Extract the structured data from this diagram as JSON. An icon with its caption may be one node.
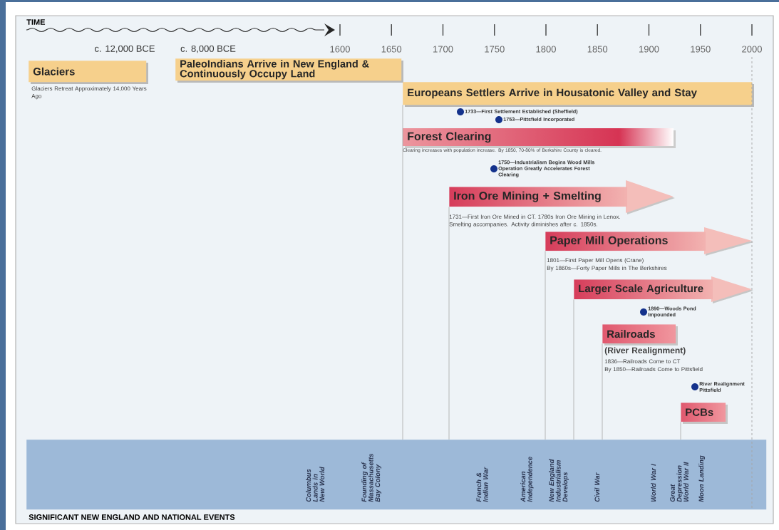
{
  "diagram": {
    "nodes": [
      {
        "text": [
          "Glaciers"
        ],
        "beside": [
          "Glaciers Retreat Approximately 14,000 Years Ago"
        ]
      },
      {
        "text": [
          "PaleoIndians Arrive in New England & Continuously Occupy Land"
        ]
      },
      {
        "text": [
          "Europeans Settlers Arrive in Housatonic Valley and Stay"
        ]
      },
      {
        "text": [
          "Forest Clearing"
        ],
        "beside": [
          "Clearing increases with population increase. By 1850, 70-80% of Berkshire County is cleared."
        ]
      },
      {
        "text": [
          "Iron Ore Mining + Smelting"
        ],
        "beside": [
          "1731—First Iron Ore Mined in CT. 1780s Iron Ore Mining in Lenox. Smelting accompanies. Activity diminishes after c. 1850s."
        ]
      },
      {
        "text": [
          "Paper Mill Operations"
        ],
        "beside": [
          "1801—First Paper Mill Opens (Crane)",
          "By 1860s—Forty Paper Mills in The Berkshires"
        ]
      },
      {
        "text": [
          "Larger Scale Agriculture"
        ]
      },
      {
        "text": [
          "Railroads"
        ],
        "beside": [
          "(River Realignment)",
          "1836—Railroads Come to CT",
          "By 1850—Railroads Come to Pittsfield"
        ]
      },
      {
        "text": [
          "PCBs"
        ]
      },
      {
        "text": [],
        "shape": "band"
      }
    ],
    "edges": [
      {
        "from": 2,
        "to": 9,
        "arrow": "none"
      },
      {
        "from": 4,
        "to": 9,
        "arrow": "none"
      },
      {
        "from": 5,
        "to": 9,
        "arrow": "none"
      },
      {
        "from": 6,
        "to": 9,
        "arrow": "none"
      },
      {
        "from": 7,
        "to": 9,
        "arrow": "none"
      },
      {
        "from": 8,
        "to": 9,
        "arrow": "none"
      }
    ],
    "labels": [
      "TIME",
      "c. 12,000 BCE",
      "c. 8,000 BCE",
      "1600",
      "1650",
      "1700",
      "1750",
      "1800",
      "1850",
      "1900",
      "1950",
      "2000",
      "1733—First Settlement Established (Sheffield)",
      "1753—Pittsfield Incorporated",
      "1750—Industrialism Begins Wood Mills Operation Greatly Accelerates Forest Clearing",
      "1890—Woods Pond Impounded",
      "River Realignment Pittsfield",
      "Columbus Lands in New World",
      "Founding of Massachusetts Bay Colony",
      "French & Indian War",
      "American Independence",
      "New England Industrialism Develops",
      "Civil War",
      "World War I",
      "Great Depression World War II",
      "Moon Landing",
      "SIGNIFICANT NEW ENGLAND AND NATIONAL EVENTS"
    ]
  }
}
